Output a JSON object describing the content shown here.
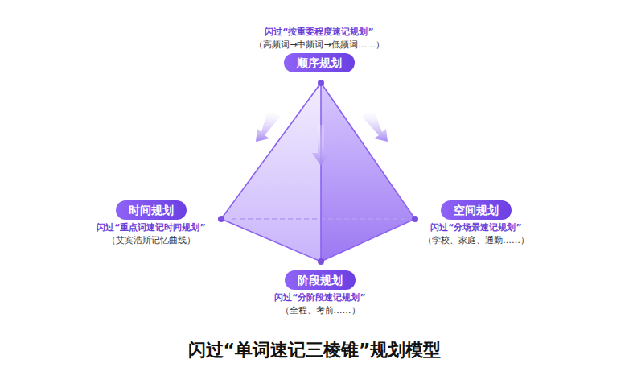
{
  "diagram": {
    "title": "闪过“单词速记三棱锥”规划模型",
    "nodes": [
      {
        "text": [
          "顺序规划",
          "闪过“按重要程度速记规划”",
          "（高频词→中频词→低频词……）"
        ]
      },
      {
        "text": [
          "时间规划",
          "闪过“重点词速记时间规划”",
          "（艾宾浩斯记忆曲线）"
        ]
      },
      {
        "text": [
          "空间规划",
          "闪过“分场景速记规划”",
          "（学校、家庭、通勤……）"
        ]
      },
      {
        "text": [
          "阶段规划",
          "闪过“分阶段速记规划”",
          "（全程、考前……）"
        ]
      }
    ]
  }
}
